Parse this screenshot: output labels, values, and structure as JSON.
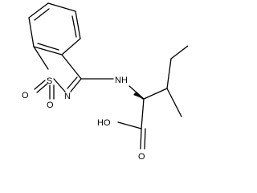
{
  "molecule": {
    "atom_labels": {
      "sulfonyl_o_left": "O",
      "sulfur": "S",
      "sulfonyl_o_bottom": "O",
      "ring_nitrogen": "N",
      "amine": "NH",
      "carboxyl_oh": "HO",
      "carbonyl_o": "O"
    }
  }
}
